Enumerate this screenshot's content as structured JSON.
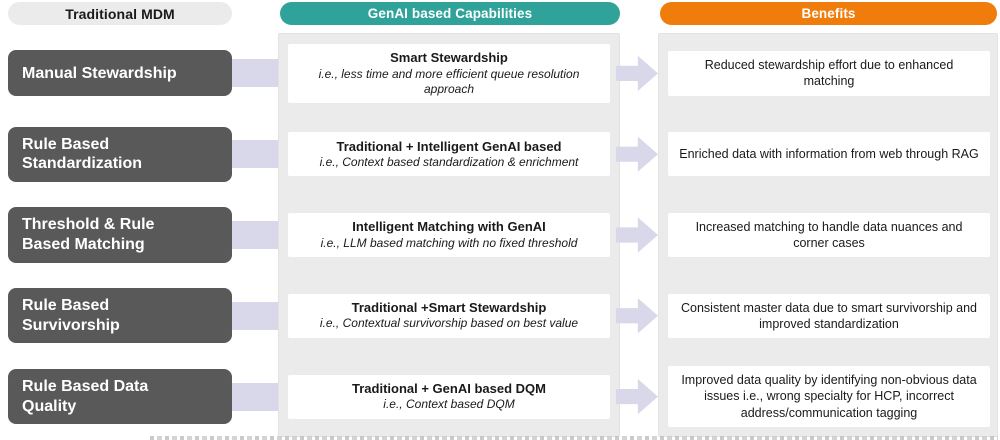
{
  "colors": {
    "teal": "#2fa29a",
    "orange": "#f07c0c",
    "dark_box": "#595959",
    "panel_gray": "#ebebeb",
    "header_gray": "#ebebeb",
    "lavender": "#d9d8ea"
  },
  "headers": {
    "traditional": "Traditional MDM",
    "genai": "GenAI based Capabilities",
    "benefits": "Benefits"
  },
  "rows": [
    {
      "traditional": "Manual Stewardship",
      "capability_title": "Smart Stewardship",
      "capability_detail": "i.e., less time and more efficient queue resolution approach",
      "benefit": "Reduced stewardship effort due to enhanced matching"
    },
    {
      "traditional": "Rule Based\nStandardization",
      "capability_title": "Traditional + Intelligent GenAI based",
      "capability_detail": "i.e., Context based standardization & enrichment",
      "benefit": "Enriched data with information from web through RAG"
    },
    {
      "traditional": "Threshold & Rule\nBased Matching",
      "capability_title": "Intelligent Matching with GenAI",
      "capability_detail": "i.e., LLM based matching with no fixed threshold",
      "benefit": "Increased matching to handle data nuances and corner cases"
    },
    {
      "traditional": "Rule Based\nSurvivorship",
      "capability_title": "Traditional +Smart Stewardship",
      "capability_detail": "i.e., Contextual survivorship based on best value",
      "benefit": "Consistent master data due to smart survivorship and improved standardization"
    },
    {
      "traditional": "Rule Based Data\nQuality",
      "capability_title": "Traditional + GenAI based DQM",
      "capability_detail": "i.e., Context based DQM",
      "benefit": "Improved data quality by identifying non-obvious data issues i.e., wrong specialty for HCP, incorrect address/communication tagging"
    }
  ]
}
